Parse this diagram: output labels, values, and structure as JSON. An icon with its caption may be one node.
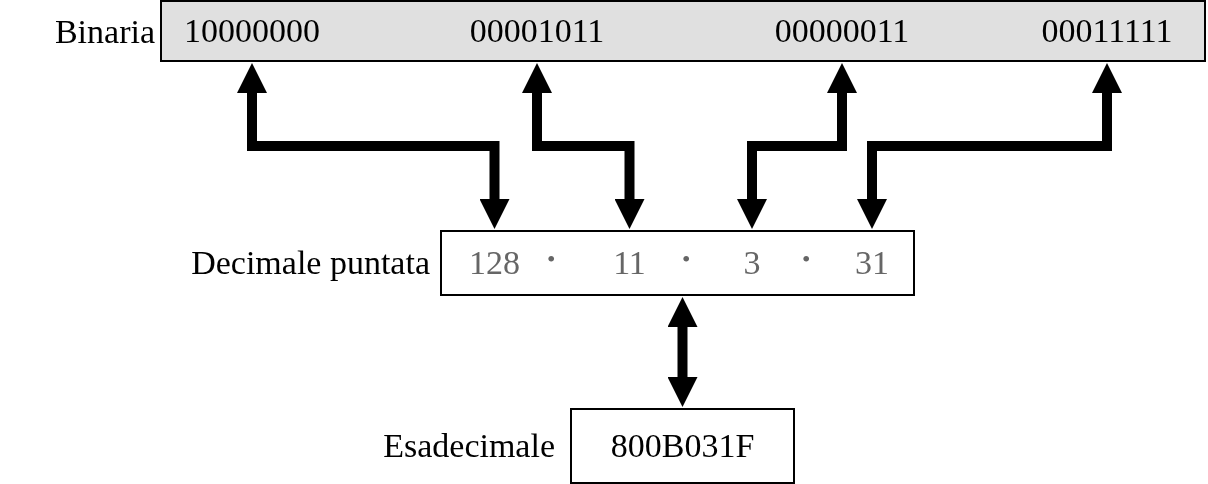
{
  "diagram": {
    "nodes": [
      {
        "text": [
          "Binaria"
        ]
      },
      {
        "text": [
          "10000000"
        ],
        "in": 0
      },
      {
        "text": [
          "00001011"
        ],
        "in": 0
      },
      {
        "text": [
          "00000011"
        ],
        "in": 0
      },
      {
        "text": [
          "00011111"
        ],
        "in": 0
      },
      {
        "text": [
          "Decimale puntata"
        ]
      },
      {
        "text": [
          "128"
        ],
        "in": 5
      },
      {
        "text": [
          "11"
        ],
        "in": 5
      },
      {
        "text": [
          "3"
        ],
        "in": 5
      },
      {
        "text": [
          "31"
        ],
        "in": 5
      },
      {
        "text": [
          "Esadecimale",
          "800B031F"
        ]
      }
    ],
    "edges": [
      {
        "from": 1,
        "to": 6,
        "arrow": "both"
      },
      {
        "from": 2,
        "to": 7,
        "arrow": "both"
      },
      {
        "from": 3,
        "to": 8,
        "arrow": "both"
      },
      {
        "from": 4,
        "to": 9,
        "arrow": "both"
      },
      {
        "from": 5,
        "to": 10,
        "arrow": "both"
      }
    ],
    "labels": [
      "•",
      "•",
      "•"
    ]
  }
}
